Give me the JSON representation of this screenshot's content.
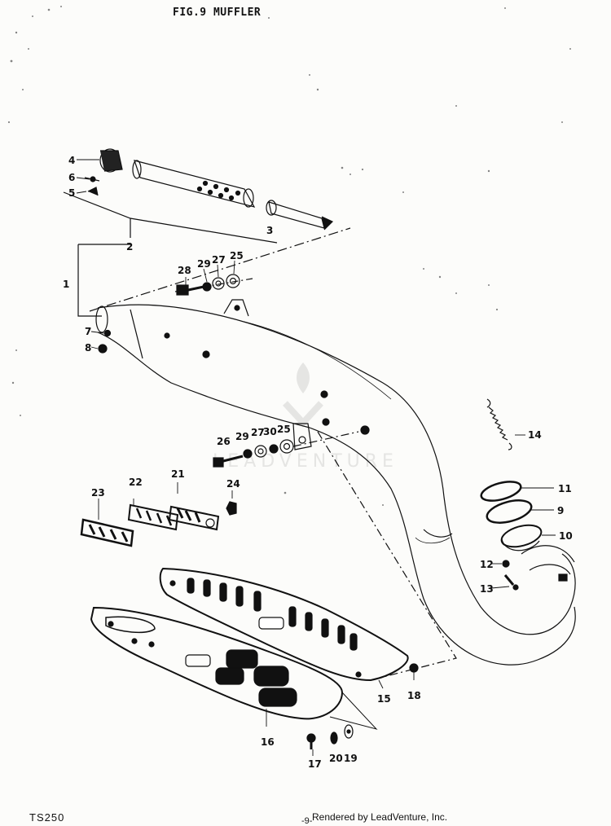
{
  "title": "FIG.9 MUFFLER",
  "footer": {
    "model": "TS250",
    "page": "-9-",
    "credit": "Rendered by LeadVenture, Inc."
  },
  "watermark": "LEADVENTURE",
  "callouts": [
    "1",
    "2",
    "3",
    "4",
    "5",
    "6",
    "7",
    "8",
    "9",
    "10",
    "11",
    "12",
    "13",
    "14",
    "15",
    "16",
    "17",
    "18",
    "19",
    "20",
    "21",
    "22",
    "23",
    "24",
    "25",
    "25",
    "26",
    "27",
    "27",
    "28",
    "29",
    "29",
    "30"
  ],
  "colors": {
    "ink": "#111111",
    "paper": "#fcfcfa",
    "watermark": "#c8c8c8"
  }
}
